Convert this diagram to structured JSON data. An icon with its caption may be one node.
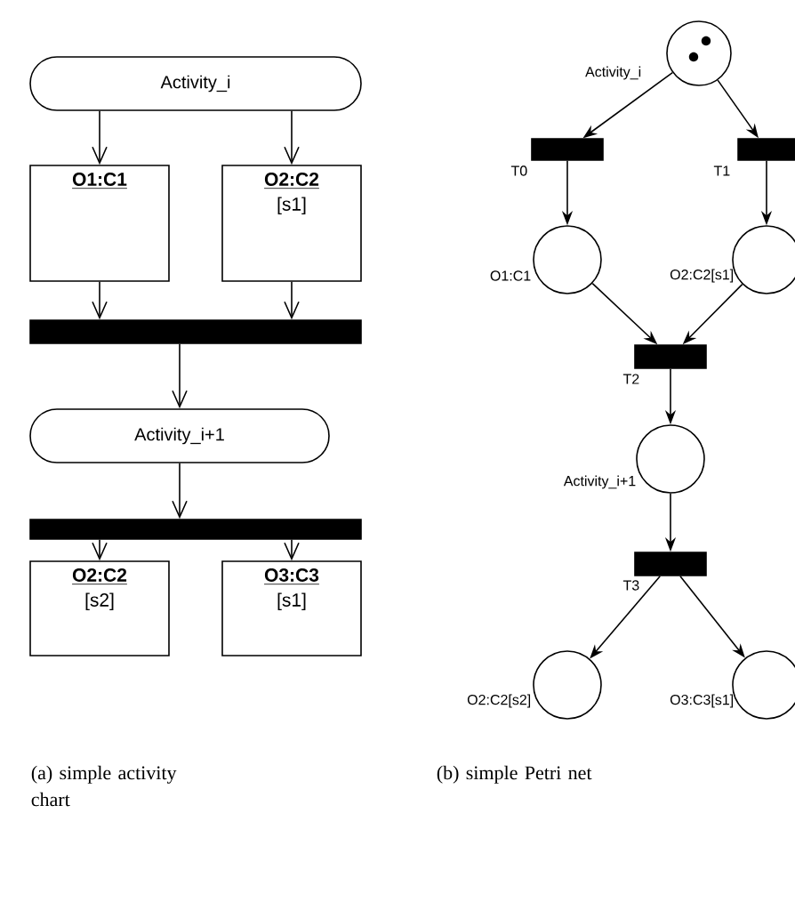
{
  "diagram": {
    "nodes": [
      {
        "text": [
          "Activity_i"
        ]
      },
      {
        "text": [
          "O1:C1"
        ]
      },
      {
        "text": [
          "O2:C2",
          "[s1]"
        ]
      },
      {
        "text": [],
        "shape": "bar"
      },
      {
        "text": [
          "Activity_i+1"
        ]
      },
      {
        "text": [],
        "shape": "bar"
      },
      {
        "text": [
          "O2:C2",
          "[s2]"
        ]
      },
      {
        "text": [
          "O3:C3",
          "[s1]"
        ]
      },
      {
        "text": [],
        "shape": "circle",
        "beside": [
          "Activity_i"
        ]
      },
      {
        "text": [],
        "shape": "bar",
        "beside": [
          "T0"
        ]
      },
      {
        "text": [],
        "shape": "bar",
        "beside": [
          "T1"
        ]
      },
      {
        "text": [],
        "shape": "circle",
        "beside": [
          "O1:C1"
        ]
      },
      {
        "text": [],
        "shape": "circle",
        "beside": [
          "O2:C2[s1]"
        ]
      },
      {
        "text": [],
        "shape": "bar",
        "beside": [
          "T2"
        ]
      },
      {
        "text": [],
        "shape": "circle",
        "beside": [
          "Activity_i+1"
        ]
      },
      {
        "text": [],
        "shape": "bar",
        "beside": [
          "T3"
        ]
      },
      {
        "text": [],
        "shape": "circle",
        "beside": [
          "O2:C2[s2]"
        ]
      },
      {
        "text": [],
        "shape": "circle",
        "beside": [
          "O3:C3[s1]"
        ]
      }
    ],
    "edges": [
      {
        "from": 0,
        "to": 1,
        "arrow": "to"
      },
      {
        "from": 0,
        "to": 2,
        "arrow": "to"
      },
      {
        "from": 1,
        "to": 3,
        "arrow": "to"
      },
      {
        "from": 2,
        "to": 3,
        "arrow": "to"
      },
      {
        "from": 3,
        "to": 4,
        "arrow": "to"
      },
      {
        "from": 4,
        "to": 5,
        "arrow": "to"
      },
      {
        "from": 5,
        "to": 6,
        "arrow": "to"
      },
      {
        "from": 5,
        "to": 7,
        "arrow": "to"
      },
      {
        "from": 8,
        "to": 9,
        "arrow": "to"
      },
      {
        "from": 8,
        "to": 10,
        "arrow": "to"
      },
      {
        "from": 9,
        "to": 11,
        "arrow": "to"
      },
      {
        "from": 10,
        "to": 12,
        "arrow": "to"
      },
      {
        "from": 11,
        "to": 13,
        "arrow": "to"
      },
      {
        "from": 12,
        "to": 13,
        "arrow": "to"
      },
      {
        "from": 13,
        "to": 14,
        "arrow": "to"
      },
      {
        "from": 14,
        "to": 15,
        "arrow": "to"
      },
      {
        "from": 15,
        "to": 16,
        "arrow": "to"
      },
      {
        "from": 15,
        "to": 17,
        "arrow": "to"
      }
    ],
    "labels": [
      "(a) simple activity chart",
      "(b) simple Petri net"
    ]
  }
}
